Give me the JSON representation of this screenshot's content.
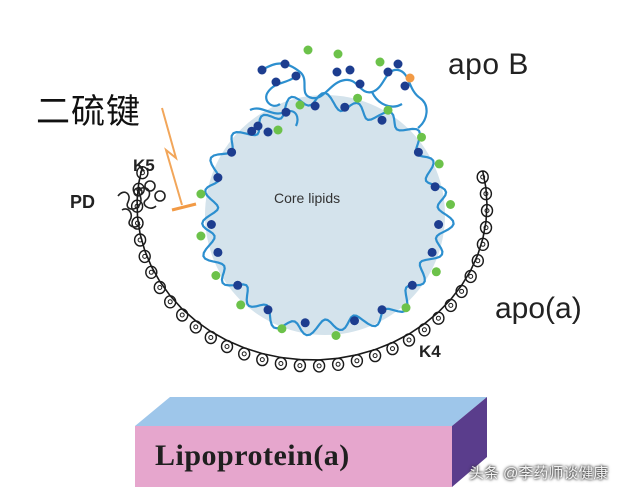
{
  "labels": {
    "apo_b": "apo B",
    "apo_a": "apo(a)",
    "k5": "K5",
    "pd": "PD",
    "k4": "K4",
    "core_lipids": "Core lipids",
    "disulfide_bond": "二硫键",
    "lipoprotein_a": "Lipoprotein(a)",
    "watermark": "头条 @李药师谈健康"
  },
  "colors": {
    "core_fill": "#d4e3ec",
    "apob_strand": "#2c8fcf",
    "dark_bead": "#1d3d8f",
    "green_bead": "#6cc24a",
    "orange_link": "#f29a45",
    "kringle_line": "#1a1a1a",
    "box_top": "#9ec6ea",
    "box_front": "#e6a6cd",
    "box_side": "#5a3d8c"
  },
  "icons": {
    "disulfide_marker": "lightning-bolt-icon"
  }
}
